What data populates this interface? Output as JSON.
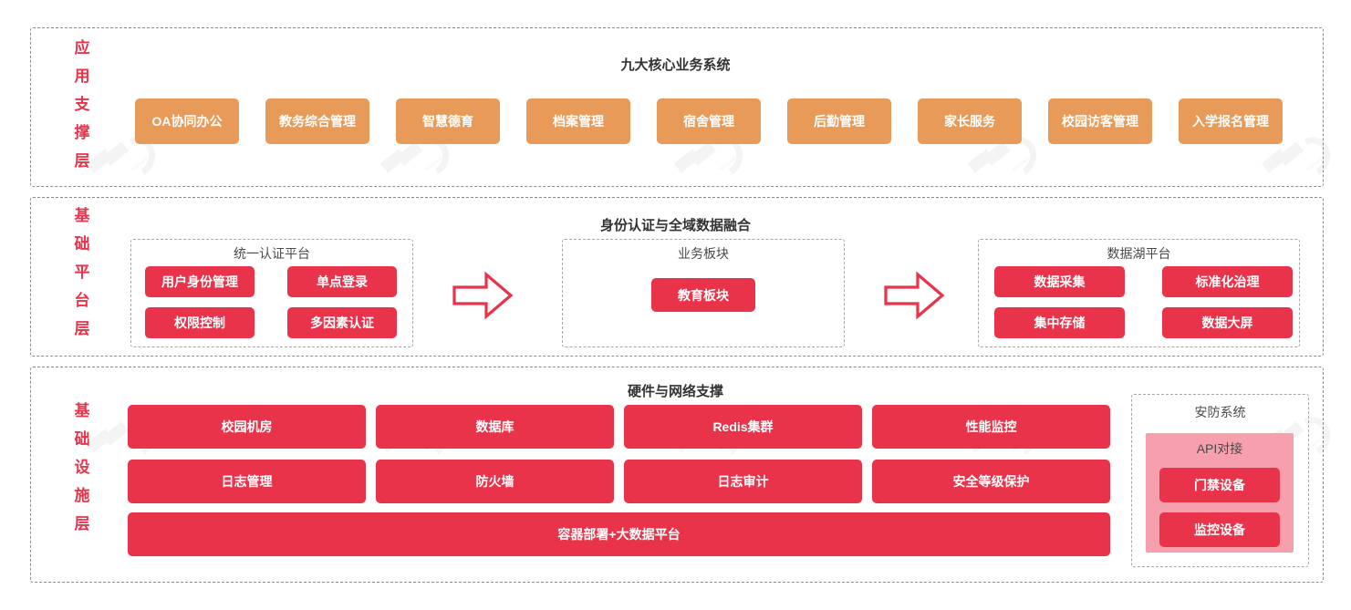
{
  "colors": {
    "orange": "#e89b58",
    "red": "#e8334a",
    "pink": "#f6a0ad",
    "dash_gray": "#8a8a8a",
    "label_red": "#e8334a",
    "title_dark": "#333333"
  },
  "layers": [
    {
      "id": "app",
      "label": "应用支撑层",
      "label_chars": [
        "应",
        "用",
        "支",
        "撑",
        "层"
      ],
      "title": "九大核心业务系统",
      "systems": [
        "OA协同办公",
        "教务综合管理",
        "智慧德育",
        "档案管理",
        "宿舍管理",
        "后勤管理",
        "家长服务",
        "校园访客管理",
        "入学报名管理"
      ]
    },
    {
      "id": "platform",
      "label": "基础平台层",
      "label_chars": [
        "基",
        "础",
        "平",
        "台",
        "层"
      ],
      "title": "身份认证与全域数据融合",
      "groups": [
        {
          "title": "统一认证平台",
          "items": [
            "用户身份管理",
            "单点登录",
            "权限控制",
            "多因素认证"
          ]
        },
        {
          "title": "业务板块",
          "items": [
            "教育板块"
          ]
        },
        {
          "title": "数据湖平台",
          "items": [
            "数据采集",
            "标准化治理",
            "集中存储",
            "数据大屏"
          ]
        }
      ],
      "arrows": [
        "arrow-right-icon",
        "arrow-right-icon"
      ]
    },
    {
      "id": "infra",
      "label": "基础设施层",
      "label_chars": [
        "基",
        "础",
        "设",
        "施",
        "层"
      ],
      "title": "硬件与网络支撑",
      "row1": [
        "校园机房",
        "数据库",
        "Redis集群",
        "性能监控"
      ],
      "row2": [
        "日志管理",
        "防火墙",
        "日志审计",
        "安全等级保护"
      ],
      "wide": "容器部署+大数据平台",
      "security": {
        "title": "安防系统",
        "api_title": "API对接",
        "devices": [
          "门禁设备",
          "监控设备"
        ]
      }
    }
  ]
}
